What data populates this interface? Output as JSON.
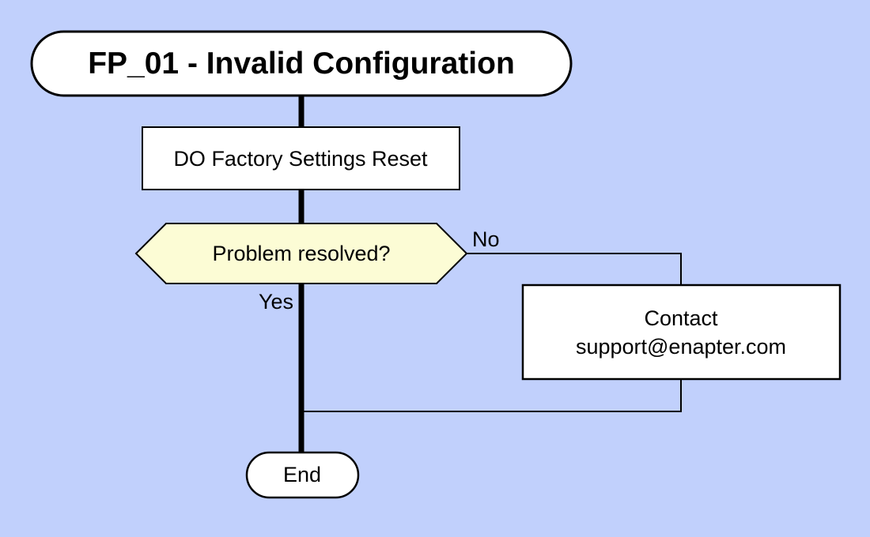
{
  "diagram": {
    "title": "FP_01 - Invalid Configuration",
    "nodes": {
      "process_label": "DO Factory Settings Reset",
      "decision_label": "Problem resolved?",
      "contact_line1": "Contact",
      "contact_line2": "support@enapter.com",
      "end_label": "End"
    },
    "edge_labels": {
      "no": "No",
      "yes": "Yes"
    },
    "colors": {
      "background": "#C1D0FC",
      "node_fill": "#FFFFFF",
      "decision_fill": "#FCFCD5",
      "stroke": "#000000"
    }
  }
}
